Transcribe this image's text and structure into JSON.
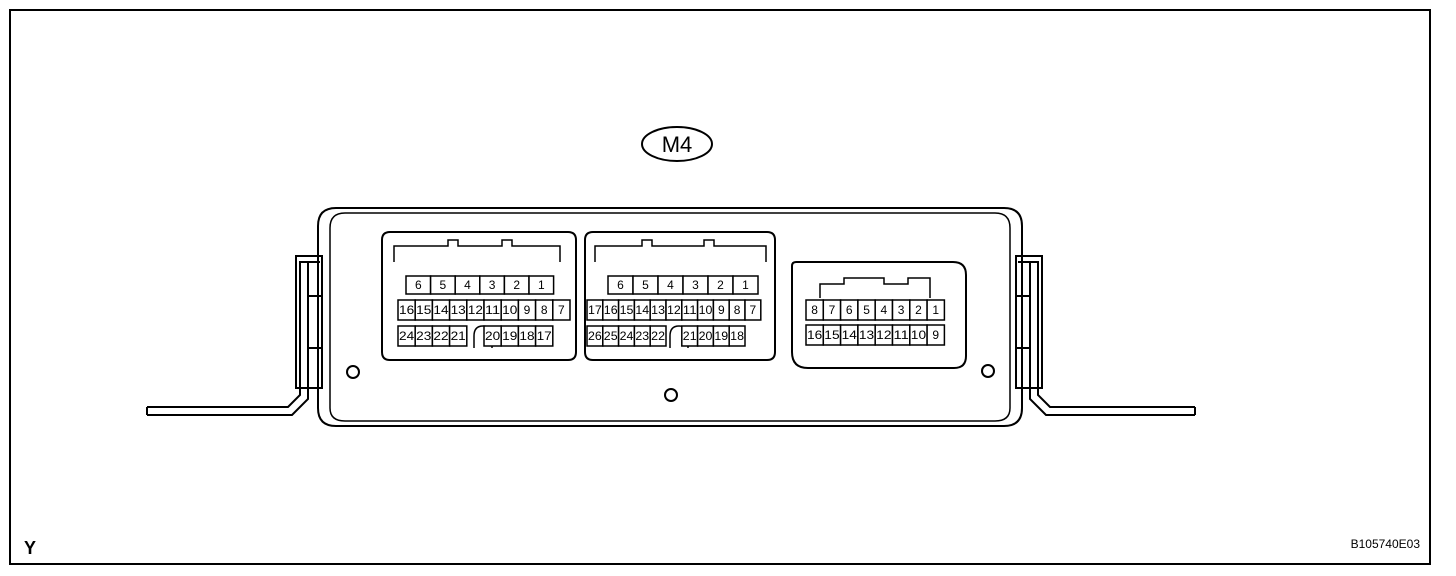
{
  "connector_label": "M4",
  "view_code": "Y",
  "figure_id": "B105740E03",
  "connectors": [
    {
      "id": "left",
      "rows": [
        [
          "6",
          "5",
          "4",
          "3",
          "2",
          "1"
        ],
        [
          "16",
          "15",
          "14",
          "13",
          "12",
          "11",
          "10",
          "9",
          "8",
          "7"
        ],
        [
          "24",
          "23",
          "22",
          "21",
          "",
          "20",
          "19",
          "18",
          "17"
        ]
      ]
    },
    {
      "id": "middle",
      "rows": [
        [
          "6",
          "5",
          "4",
          "3",
          "2",
          "1"
        ],
        [
          "17",
          "16",
          "15",
          "14",
          "13",
          "12",
          "11",
          "10",
          "9",
          "8",
          "7"
        ],
        [
          "26",
          "25",
          "24",
          "23",
          "22",
          "",
          "21",
          "20",
          "19",
          "18"
        ]
      ]
    },
    {
      "id": "right",
      "rows": [
        [
          "8",
          "7",
          "6",
          "5",
          "4",
          "3",
          "2",
          "1"
        ],
        [
          "16",
          "15",
          "14",
          "13",
          "12",
          "11",
          "10",
          "9"
        ]
      ]
    }
  ]
}
